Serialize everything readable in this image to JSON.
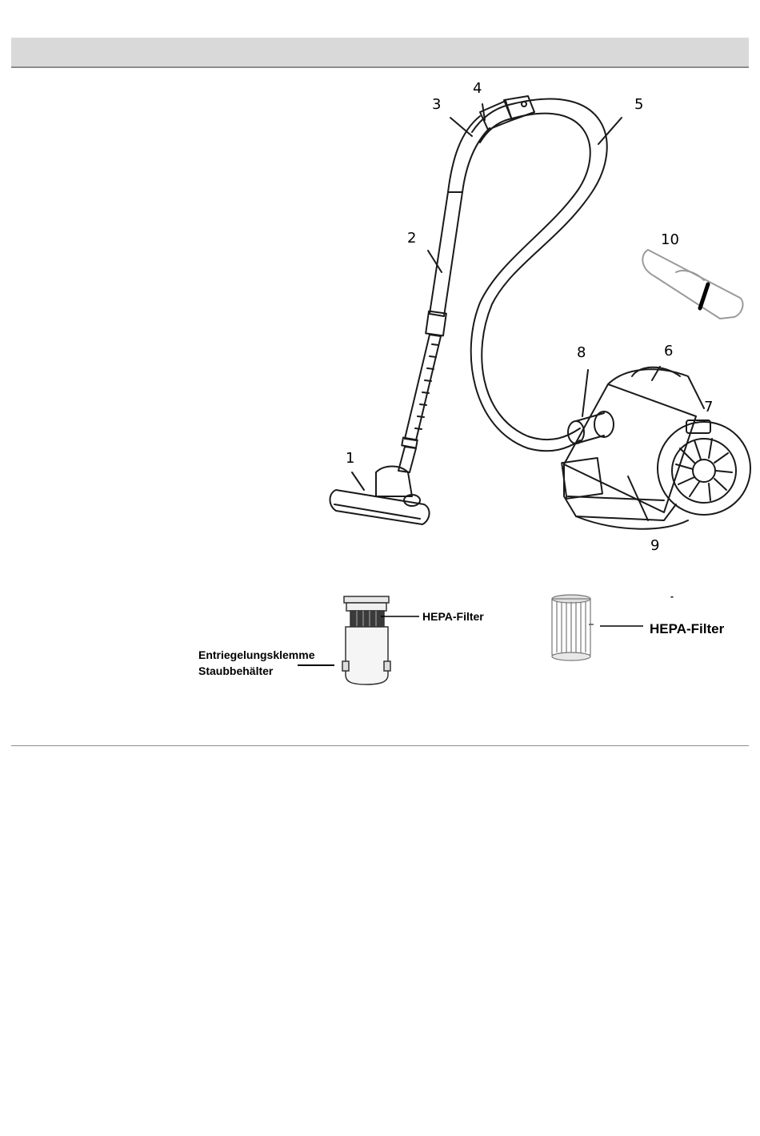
{
  "header": {
    "title": ""
  },
  "figure": {
    "callouts": [
      {
        "id": "1",
        "text": "1"
      },
      {
        "id": "2",
        "text": "2"
      },
      {
        "id": "3",
        "text": "3"
      },
      {
        "id": "4",
        "text": "4"
      },
      {
        "id": "5",
        "text": "5"
      },
      {
        "id": "6",
        "text": "6"
      },
      {
        "id": "7",
        "text": "7"
      },
      {
        "id": "8",
        "text": "8"
      },
      {
        "id": "9",
        "text": "9"
      },
      {
        "id": "10",
        "text": "10"
      }
    ]
  },
  "filter_unit": {
    "hepa_label": "HEPA-Filter",
    "release_clip_label": "Entriegelungsklemme",
    "container_label": "Staubbehälter"
  },
  "hepa_filter": {
    "label": "HEPA-Filter",
    "dash": "-"
  },
  "colors": {
    "header_bar": "#d9d9d9",
    "rule": "#8c8c8c",
    "line_art": "#1a1a1a"
  }
}
